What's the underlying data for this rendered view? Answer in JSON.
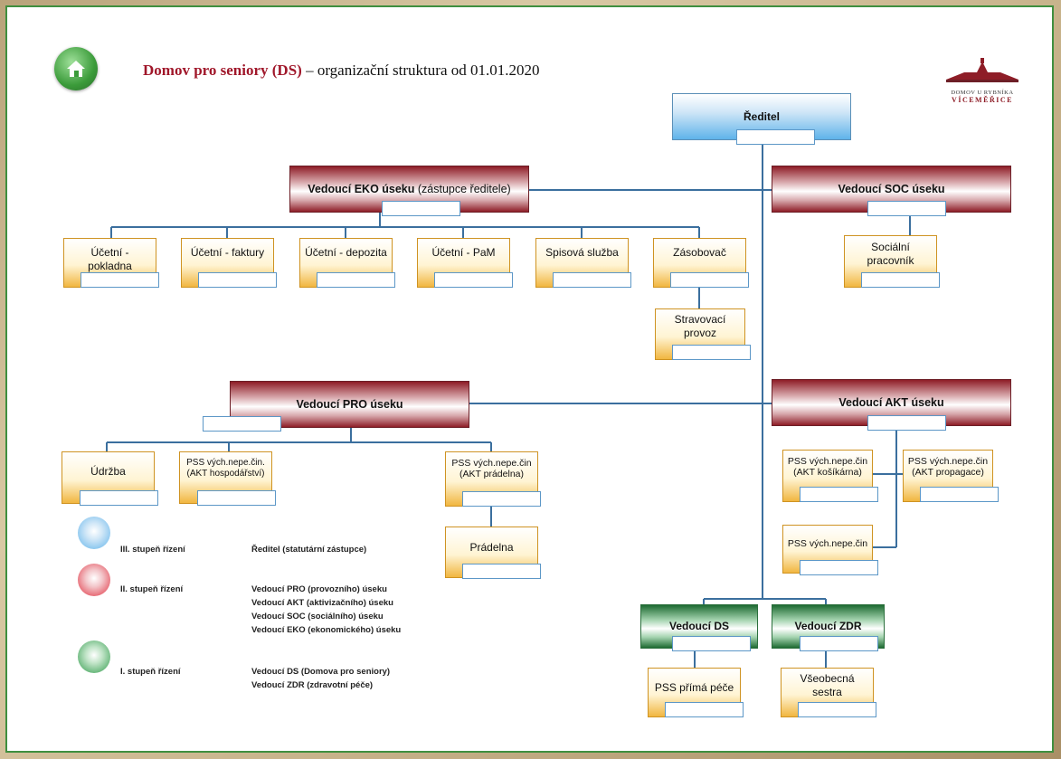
{
  "header": {
    "title_bold": "Domov pro seniory (DS)",
    "title_rest": " – organizační struktura od 01.01.2020",
    "logo_line1": "DOMOV U RYBNÍKA",
    "logo_line2": "VÍCEMĚŘICE",
    "icon": "home-icon"
  },
  "nodes": {
    "reditel": "Ředitel",
    "eko_bold": "Vedoucí EKO úseku",
    "eko_rest": " (zástupce ředitele)",
    "soc": "Vedoucí SOC úseku",
    "ucetni_pokladna": "Účetní - pokladna",
    "ucetni_faktury": "Účetní - faktury",
    "ucetni_depozita": "Účetní - depozita",
    "ucetni_pam": "Účetní - PaM",
    "spisova": "Spisová služba",
    "zasobovac": "Zásobovač",
    "stravovaci": "Stravovací provoz",
    "socialni": "Sociální pracovník",
    "pro": "Vedoucí PRO úseku",
    "akt": "Vedoucí AKT úseku",
    "udrzba": "Údržba",
    "pss_hosp": "PSS vých.nepe.čin. (AKT hospodářství)",
    "pss_pradelna": "PSS vých.nepe.čin (AKT prádelna)",
    "pradelna": "Prádelna",
    "pss_kosikarna": "PSS vých.nepe.čin (AKT košíkárna)",
    "pss_propagace": "PSS vých.nepe.čin (AKT propagace)",
    "pss_akt": "PSS vých.nepe.čin",
    "ds": "Vedoucí DS",
    "zdr": "Vedoucí ZDR",
    "pss_prima": "PSS přímá péče",
    "vseobecna": "Všeobecná sestra"
  },
  "legend": {
    "level3_label": "III. stupeň řízení",
    "level3_roles": [
      "Ředitel (statutární zástupce)"
    ],
    "level2_label": "II. stupeň řízení",
    "level2_roles": [
      "Vedoucí PRO (provozního) úseku",
      "Vedoucí AKT (aktivizačního) úseku",
      "Vedoucí SOC (sociálního) úseku",
      "Vedoucí EKO (ekonomického) úseku"
    ],
    "level1_label": "I. stupeň řízení",
    "level1_roles": [
      "Vedoucí DS (Domova pro seniory)",
      "Vedoucí ZDR (zdravotní péče)"
    ]
  },
  "colors": {
    "frame": "#3f8f3f",
    "connector": "#3b6f9e",
    "level3": "#5fb3ea",
    "level2": "#8e1d27",
    "level1": "#1e6b32",
    "staff": "#f1b640"
  }
}
